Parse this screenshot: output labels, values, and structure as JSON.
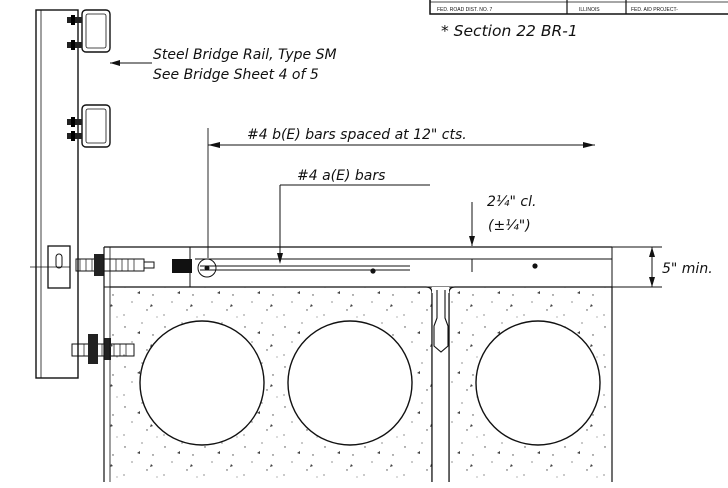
{
  "title_block": {
    "cells": [
      "FED. ROAD DIST. NO. 7",
      "ILLINOIS",
      "FED. AID PROJECT-"
    ]
  },
  "section_ref": "* Section 22 BR-1",
  "labels": {
    "rail_line1": "Steel Bridge Rail, Type SM",
    "rail_line2": "See Bridge Sheet 4 of 5",
    "b_bars": "#4 b(E) bars spaced at 12\" cts.",
    "a_bars": "#4 a(E) bars",
    "clearance": "2¼\" cl.",
    "tolerance": "(±¼\")",
    "min_thickness": "5\" min."
  }
}
